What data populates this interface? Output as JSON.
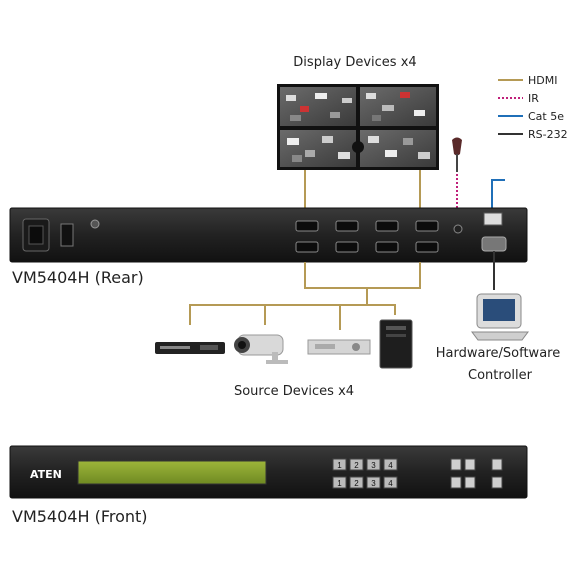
{
  "labels": {
    "display": "Display Devices x4",
    "rear": "VM5404H (Rear)",
    "front": "VM5404H (Front)",
    "source": "Source Devices x4",
    "controller_line1": "Hardware/Software",
    "controller_line2": "Controller",
    "brand": "ATEN"
  },
  "legend": [
    {
      "label": "HDMI",
      "color": "#b59a55",
      "style": "solid"
    },
    {
      "label": "IR",
      "color": "#c0207a",
      "style": "dashed"
    },
    {
      "label": "Cat 5e",
      "color": "#1f6fb8",
      "style": "solid"
    },
    {
      "label": "RS-232",
      "color": "#333333",
      "style": "solid"
    }
  ],
  "front_buttons": {
    "row1": [
      "1",
      "2",
      "3",
      "4"
    ],
    "row2": [
      "1",
      "2",
      "3",
      "4"
    ]
  },
  "colors": {
    "panel": "#2a2a2a",
    "hdmi_line": "#b59a55",
    "ir_line": "#c0207a",
    "cat5_line": "#1f6fb8",
    "rs232_line": "#333333",
    "lcd": "#8aa030"
  }
}
